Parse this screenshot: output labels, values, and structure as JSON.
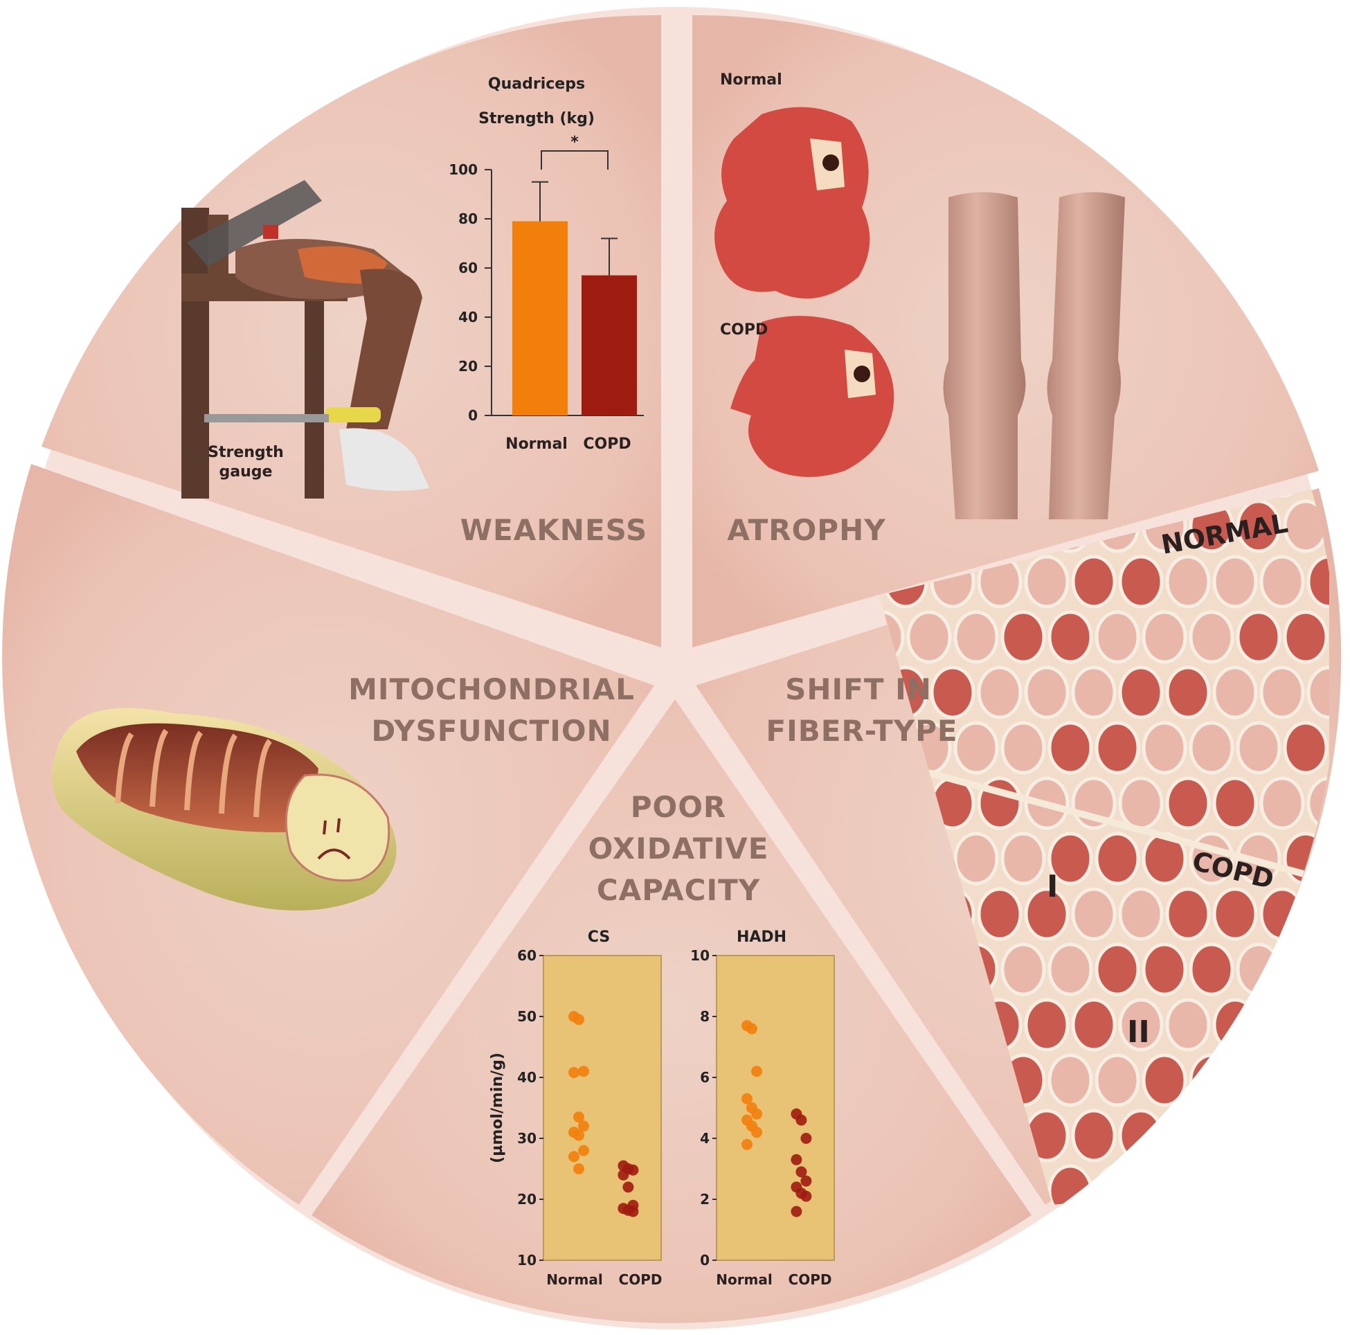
{
  "colors": {
    "segment_fill": "#eec9bc",
    "segment_edge": "#f6e2da",
    "title_text": "#8e6f63",
    "normal_bar": "#f27f0c",
    "copd_bar": "#9e1b10",
    "plot_bg": "#e8c275",
    "fiber_type_I": "#c95a50",
    "fiber_type_II": "#e9b6aa"
  },
  "segments": {
    "weakness": {
      "title": "WEAKNESS",
      "gauge_label_1": "Strength",
      "gauge_label_2": "gauge"
    },
    "atrophy": {
      "title": "ATROPHY",
      "normal_label": "Normal",
      "copd_label": "COPD"
    },
    "fiber_shift": {
      "title_line1": "SHIFT IN",
      "title_line2": "FIBER-TYPE",
      "normal_label": "NORMAL",
      "copd_label": "COPD",
      "type_I": "I",
      "type_II": "II"
    },
    "oxidative": {
      "title_line1": "POOR",
      "title_line2": "OXIDATIVE",
      "title_line3": "CAPACITY"
    },
    "mitochondrial": {
      "title_line1": "MITOCHONDRIAL",
      "title_line2": "DYSFUNCTION"
    }
  },
  "icons": [
    "knee-strength-chair-icon",
    "muscle-cross-section-icon",
    "legs-icon",
    "muscle-fiber-micrograph-icon",
    "sad-mitochondrion-icon"
  ],
  "chart_data": [
    {
      "type": "bar",
      "title_line1": "Quadriceps",
      "title_line2": "Strength (kg)",
      "categories": [
        "Normal",
        "COPD"
      ],
      "values": [
        79,
        57
      ],
      "error_upper": [
        95,
        72
      ],
      "ylim": [
        0,
        100
      ],
      "yticks": [
        "0",
        "20",
        "40",
        "60",
        "80",
        "100"
      ],
      "significance": "*"
    },
    {
      "type": "scatter",
      "title": "CS",
      "ylabel": "(µmol/min/g)",
      "categories": [
        "Normal",
        "COPD"
      ],
      "ylim": [
        10,
        60
      ],
      "yticks": [
        "10",
        "20",
        "30",
        "40",
        "50",
        "60"
      ],
      "series": [
        {
          "category": "Normal",
          "values": [
            50,
            49.5,
            41,
            40.8,
            33.5,
            32,
            31,
            30.5,
            28,
            27,
            25
          ]
        },
        {
          "category": "COPD",
          "values": [
            25.5,
            25,
            24.8,
            24,
            22,
            19,
            18.5,
            18.2,
            18
          ]
        }
      ]
    },
    {
      "type": "scatter",
      "title": "HADH",
      "categories": [
        "Normal",
        "COPD"
      ],
      "ylim": [
        0,
        10
      ],
      "yticks": [
        "0",
        "2",
        "4",
        "6",
        "8",
        "10"
      ],
      "series": [
        {
          "category": "Normal",
          "values": [
            7.7,
            7.6,
            6.2,
            5.3,
            5.0,
            4.8,
            4.6,
            4.4,
            4.2,
            3.8
          ]
        },
        {
          "category": "COPD",
          "values": [
            4.8,
            4.6,
            4.0,
            3.3,
            2.9,
            2.6,
            2.4,
            2.2,
            2.1,
            1.6
          ]
        }
      ]
    }
  ]
}
